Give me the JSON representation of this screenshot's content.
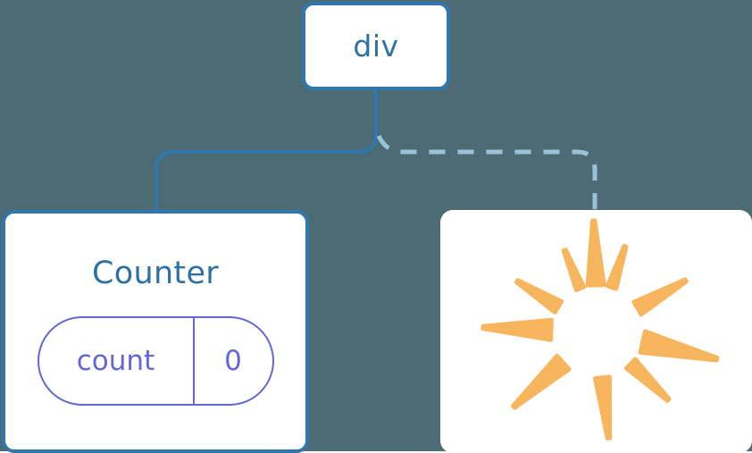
{
  "diagram": {
    "title": "component-tree",
    "background_color": "#4d6b74",
    "node_fill": "#ffffff",
    "node_border_color": "#2f77ad",
    "text_color": "#2e72a4",
    "state_color": "#6468d6",
    "edge_solid_color": "#2f77ad",
    "edge_dashed_color": "#9cc2d8",
    "burst_color": "#f7b55e"
  },
  "nodes": {
    "root": {
      "label": "div",
      "type": "element-node"
    },
    "counter": {
      "label": "Counter",
      "type": "component-node",
      "state": {
        "key": "count",
        "value": "0"
      }
    },
    "new_component": {
      "label": "",
      "type": "placeholder-node",
      "icon": "sparkle-burst-icon"
    }
  },
  "edges": [
    {
      "name": "edge-div-to-counter",
      "from": "root",
      "to": "counter",
      "style": "solid",
      "color": "#2f77ad"
    },
    {
      "name": "edge-div-to-new",
      "from": "root",
      "to": "new_component",
      "style": "dashed",
      "color": "#9cc2d8"
    }
  ],
  "burst_rays": [
    {
      "name": "ray-n",
      "angle": 268,
      "length": 72,
      "half_width": 9,
      "inner": 52
    },
    {
      "name": "ray-nne",
      "angle": 288,
      "length": 48,
      "half_width": 5,
      "inner": 52
    },
    {
      "name": "ray-nnw",
      "angle": 248,
      "length": 46,
      "half_width": 4.5,
      "inner": 52
    },
    {
      "name": "ray-wnw",
      "angle": 212,
      "length": 54,
      "half_width": 7,
      "inner": 52
    },
    {
      "name": "ray-w",
      "angle": 182,
      "length": 76,
      "half_width": 11,
      "inner": 52
    },
    {
      "name": "ray-ene",
      "angle": 330,
      "length": 62,
      "half_width": 8,
      "inner": 52
    },
    {
      "name": "ray-e",
      "angle": 13,
      "length": 85,
      "half_width": 12,
      "inner": 52
    },
    {
      "name": "ray-ese",
      "angle": 44,
      "length": 58,
      "half_width": 7,
      "inner": 52
    },
    {
      "name": "ray-sw",
      "angle": 138,
      "length": 74,
      "half_width": 10,
      "inner": 52
    },
    {
      "name": "ray-s",
      "angle": 84,
      "length": 68,
      "half_width": 8,
      "inner": 52
    }
  ]
}
